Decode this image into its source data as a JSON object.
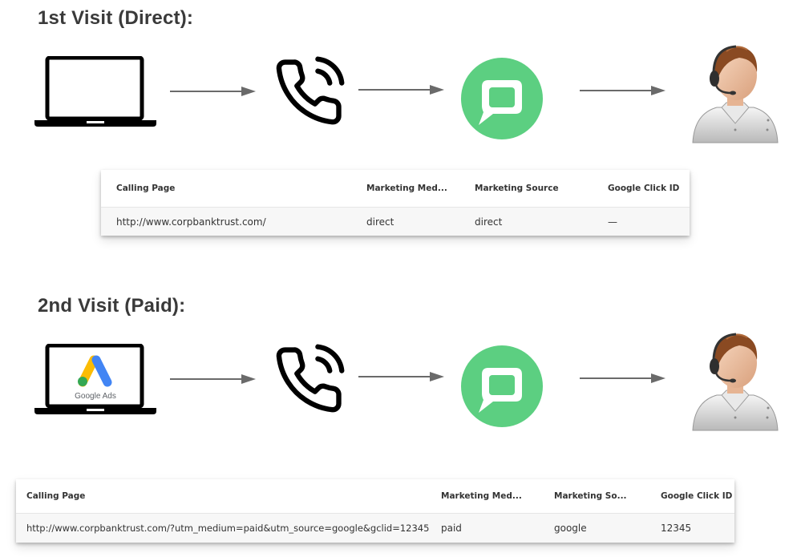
{
  "visit1": {
    "title": "1st Visit (Direct):",
    "table": {
      "headers": [
        "Calling Page",
        "Marketing Med...",
        "Marketing Source",
        "Google Click ID"
      ],
      "row": [
        "http://www.corpbanktrust.com/",
        "direct",
        "direct",
        "—"
      ]
    }
  },
  "visit2": {
    "title": "2nd Visit (Paid):",
    "ads_label": "Google Ads",
    "table": {
      "headers": [
        "Calling Page",
        "Marketing Med...",
        "Marketing So...",
        "Google Click ID"
      ],
      "row": [
        "http://www.corpbanktrust.com/?utm_medium=paid&utm_source=google&gclid=12345",
        "paid",
        "google",
        "12345"
      ]
    }
  },
  "colors": {
    "chat_green": "#5ccf81",
    "arrow": "#6a6a6a",
    "ads_blue": "#4285f4",
    "ads_yellow": "#fbbc04",
    "ads_green": "#34a853"
  },
  "icons": [
    "laptop-icon",
    "phone-call-icon",
    "chat-bubble-icon",
    "call-agent-icon",
    "google-ads-icon",
    "arrow-icon"
  ]
}
